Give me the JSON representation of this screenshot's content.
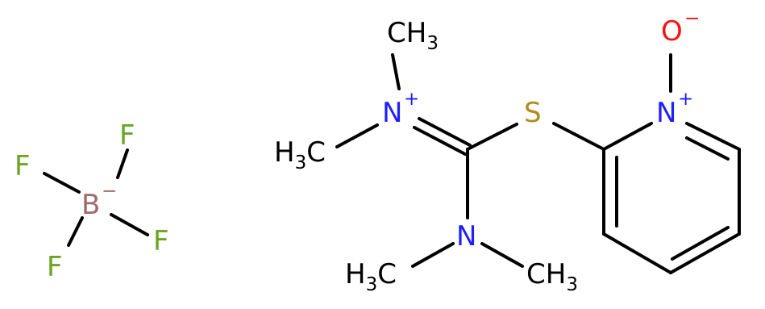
{
  "colors": {
    "carbon": "#000000",
    "nitrogen": "#1f1fff",
    "oxygen": "#ff1010",
    "sulfur": "#b08a1a",
    "boron": "#a06a6a",
    "fluorine": "#6aa51f"
  },
  "anion": {
    "boron": "B",
    "boron_charge": "−",
    "fluorines": [
      "F",
      "F",
      "F",
      "F"
    ]
  },
  "cation": {
    "methyl_top": {
      "main": "CH",
      "sub": "3"
    },
    "methyl_left": {
      "pre": "H",
      "sub": "3",
      "main": "C"
    },
    "methyl_bottom_left": {
      "pre": "H",
      "sub": "3",
      "main": "C"
    },
    "methyl_bottom_right": {
      "main": "CH",
      "sub": "3"
    },
    "iminium_n": "N",
    "iminium_charge": "+",
    "amine_n": "N",
    "sulfur": "S",
    "pyridine_n": "N",
    "pyridine_charge": "+",
    "oxide_o": "O",
    "oxide_charge": "−"
  }
}
